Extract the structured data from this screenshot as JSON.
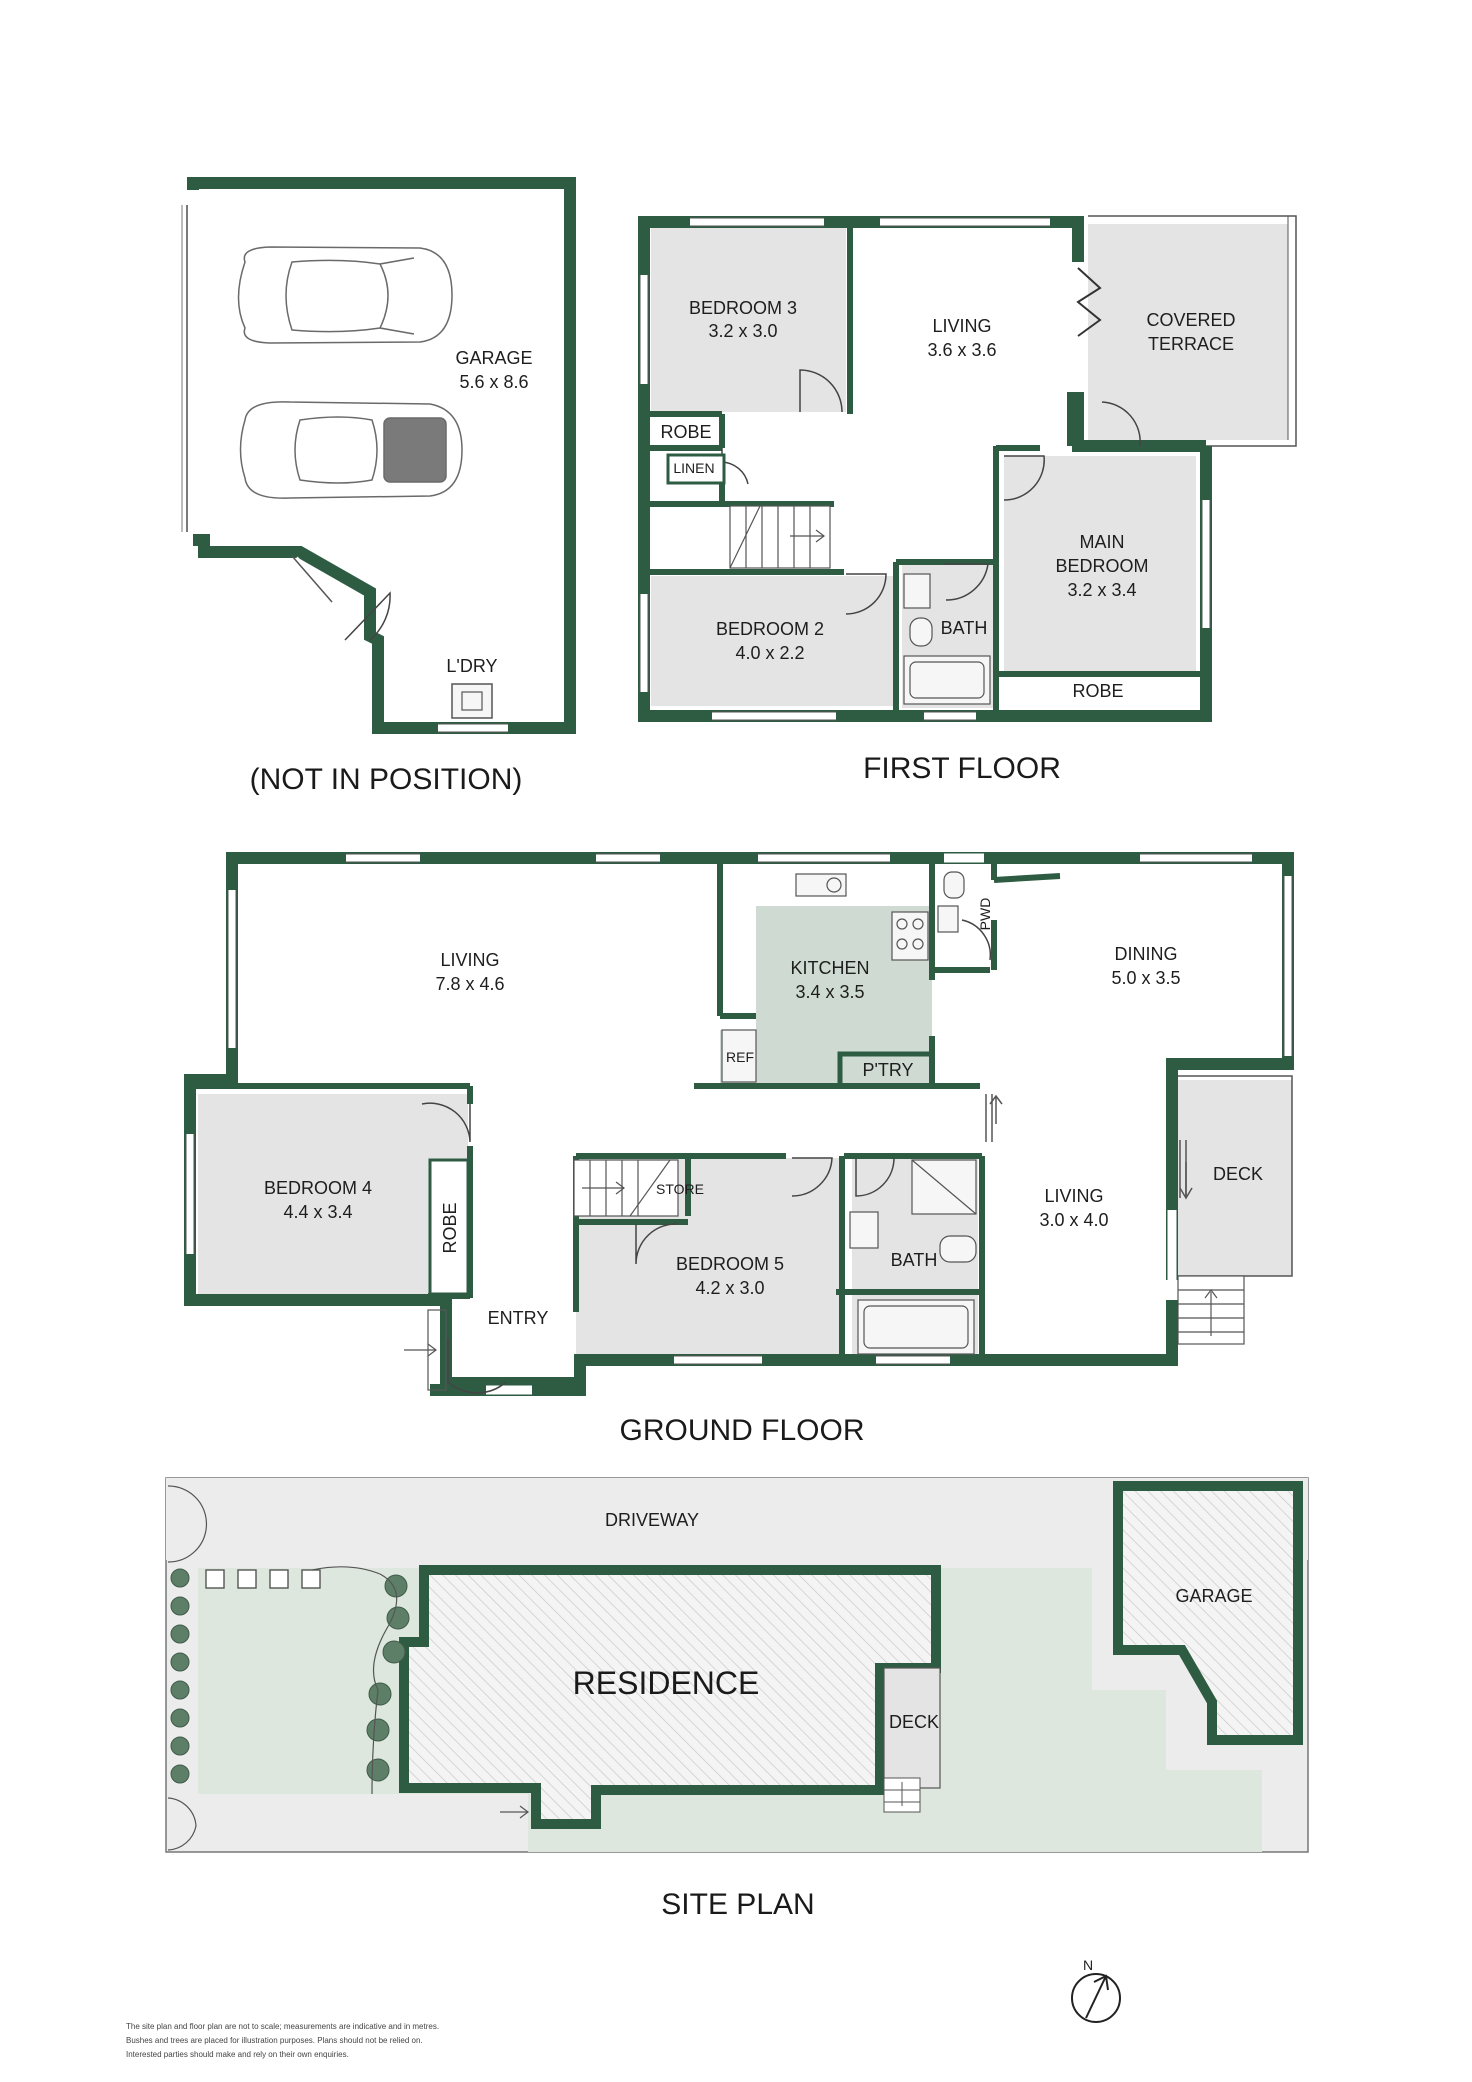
{
  "colors": {
    "wall": "#2e5c43",
    "room_fill": "#e4e4e4",
    "kitchen_fill": "#cfdbd2",
    "lawn_fill": "#dde7dd",
    "hatch": "#c9c9c9",
    "paving": "#ececec"
  },
  "garage_plan": {
    "garage": {
      "name": "GARAGE",
      "dim": "5.6 x 8.6"
    },
    "laundry": {
      "name": "L'DRY"
    },
    "caption": "(NOT IN POSITION)"
  },
  "first_floor": {
    "caption": "FIRST FLOOR",
    "bedroom3": {
      "name": "BEDROOM 3",
      "dim": "3.2 x 3.0"
    },
    "living": {
      "name": "LIVING",
      "dim": "3.6 x 3.6"
    },
    "covered_terrace": {
      "name1": "COVERED",
      "name2": "TERRACE"
    },
    "robe_bed3": "ROBE",
    "linen": "LINEN",
    "main_bedroom": {
      "name1": "MAIN",
      "name2": "BEDROOM",
      "dim": "3.2 x 3.4"
    },
    "bedroom2": {
      "name": "BEDROOM 2",
      "dim": "4.0 x 2.2"
    },
    "bath": "BATH",
    "robe_main": "ROBE"
  },
  "ground_floor": {
    "caption": "GROUND FLOOR",
    "living": {
      "name": "LIVING",
      "dim": "7.8 x 4.6"
    },
    "kitchen": {
      "name": "KITCHEN",
      "dim": "3.4 x 3.5"
    },
    "ref": "REF",
    "pantry": "P'TRY",
    "pwd": "PWD",
    "dining": {
      "name": "DINING",
      "dim": "5.0 x 3.5"
    },
    "bedroom4": {
      "name": "BEDROOM 4",
      "dim": "4.4 x 3.4"
    },
    "robe": "ROBE",
    "entry": "ENTRY",
    "store": "STORE",
    "bedroom5": {
      "name": "BEDROOM 5",
      "dim": "4.2 x 3.0"
    },
    "bath": "BATH",
    "living2": {
      "name": "LIVING",
      "dim": "3.0 x 4.0"
    },
    "deck": "DECK"
  },
  "site_plan": {
    "caption": "SITE PLAN",
    "driveway": "DRIVEWAY",
    "residence": "RESIDENCE",
    "garage": "GARAGE",
    "deck": "DECK"
  },
  "north": "N",
  "disclaimer": [
    "The site plan and floor plan are not to scale; measurements are indicative and in metres.",
    "Bushes and trees are placed for illustration purposes. Plans should not be relied on.",
    "Interested parties should make and rely on their own enquiries."
  ]
}
